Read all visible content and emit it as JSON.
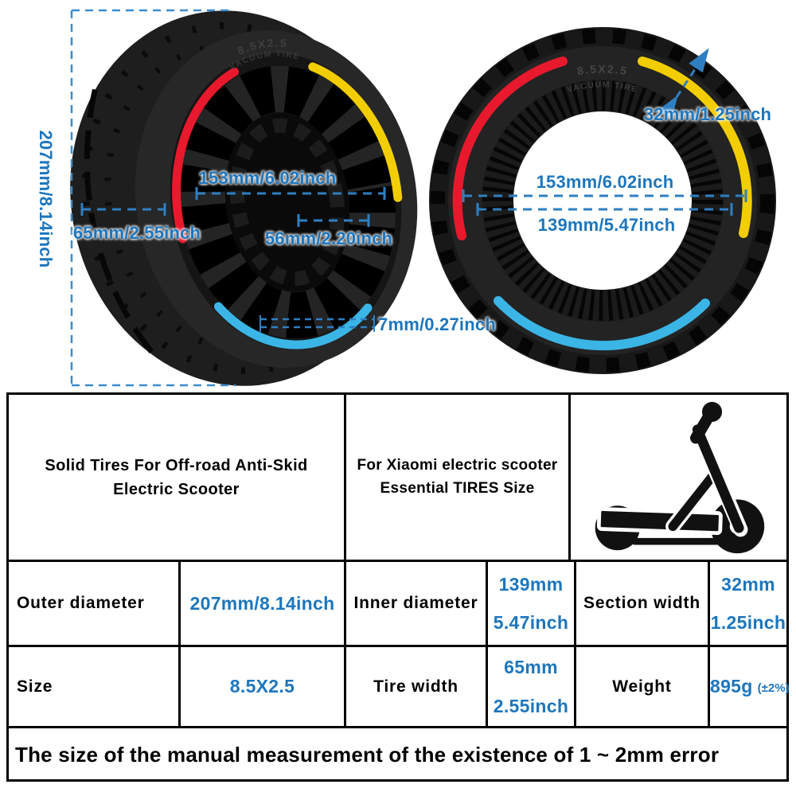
{
  "colors": {
    "annotation_blue": "#1d76bd",
    "dash_blue": "#2e7fc2",
    "box_dash_blue": "#3a8ccd",
    "stripe_red": "#e8192c",
    "stripe_yellow": "#f2cd00",
    "stripe_cyan": "#3ab5e6",
    "tire_black": "#1e1e1e",
    "border_black": "#000000"
  },
  "hero": {
    "left_tire": {
      "vertical_label": "207mm/8.14inch",
      "width_label": "65mm/2.55inch",
      "inner_label": "153mm/6.02inch",
      "slot_label": "56mm/2.20inch",
      "tread_label": "7mm/0.27inch",
      "sidewall_marking_line1": "8.5X2.5",
      "sidewall_marking_line2": "VACUUM TIRE"
    },
    "right_tire": {
      "section_label": "32mm/1.25inch",
      "outer_label": "153mm/6.02inch",
      "inner_label": "139mm/5.47inch",
      "sidewall_marking_line1": "8.5X2.5",
      "sidewall_marking_line2": "VACUUM TIRE"
    }
  },
  "table": {
    "title_left": "Solid Tires For Off-road Anti-Skid\nElectric Scooter",
    "title_right": "For Xiaomi electric scooter\nEssential TIRES Size",
    "rows": [
      {
        "c1_label": "Outer diameter",
        "c2_value": "207mm/8.14inch",
        "c3_label": "Inner diameter",
        "c4_value": "139mm\n5.47inch",
        "c5_label": "Section width",
        "c6_value": "32mm\n1.25inch"
      },
      {
        "c1_label": "Size",
        "c2_value": "8.5X2.5",
        "c3_label": "Tire width",
        "c4_value": "65mm\n2.55inch",
        "c5_label": "Weight",
        "c6_value": "895g",
        "c6_suffix": "(±2%)"
      }
    ],
    "note": "The size of the manual measurement of the existence of 1 ~ 2mm error"
  }
}
